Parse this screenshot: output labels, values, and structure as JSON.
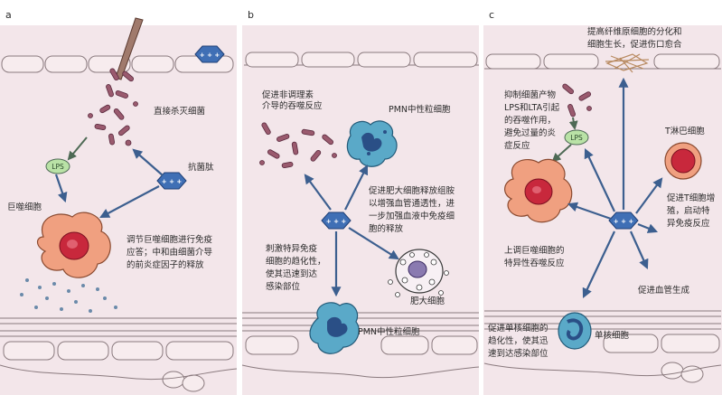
{
  "panels": [
    {
      "letter": "a",
      "labels": {
        "kill": "直接杀灭细菌",
        "lps": "LPS",
        "antibacterial": "抗菌肽",
        "macrophage": "巨噬细胞",
        "modulate": [
          "调节巨噬细胞进行免疫",
          "应答；中和由细菌介导",
          "的前炎症因子的释放"
        ]
      }
    },
    {
      "letter": "b",
      "labels": {
        "promote": [
          "促进非调理素",
          "介导的吞噬反应"
        ],
        "pmn_top": "PMN中性粒细胞",
        "mast_release": [
          "促进肥大细胞释放组胺",
          "以增强血管通透性，进",
          "一步加强血液中免疫细",
          "胞的释放"
        ],
        "stimulate": [
          "刺激特异免疫",
          "细胞的趋化性，",
          "使其迅速到达",
          "感染部位"
        ],
        "mast": "肥大细胞",
        "pmn_bottom": "PMN中性粒细胞"
      }
    },
    {
      "letter": "c",
      "labels": {
        "fibro": [
          "提高纤维原细胞的分化和",
          "细胞生长，促进伤口愈合"
        ],
        "suppress": [
          "抑制细菌产物",
          "LPS和LTA引起",
          "的吞噬作用，",
          "避免过量的炎",
          "症反应"
        ],
        "lps": "LPS",
        "tcell": "T淋巴细胞",
        "tcell_act": [
          "促进T细胞增",
          "殖，启动特",
          "异免疫反应"
        ],
        "upregulate": [
          "上调巨噬细胞的",
          "特异性吞噬反应"
        ],
        "angio": "促进血管生成",
        "mono_chemo": [
          "促进单核细胞的",
          "趋化性，使其迅",
          "速到达感染部位"
        ],
        "mono": "单核细胞"
      }
    }
  ],
  "peptide_symbol": "+ + +",
  "colors": {
    "panel_bg": "#f3e6ea",
    "cell_layer": "#f7ecee",
    "peptide": "#3f6fb5",
    "arrow": "#3c5f8f",
    "bacteria": "#9a5a6e",
    "macrophage": "#f0a080",
    "nucleus": "#c8283c",
    "pmn": "#5aa9c8",
    "lps": "#b9e2a6"
  }
}
